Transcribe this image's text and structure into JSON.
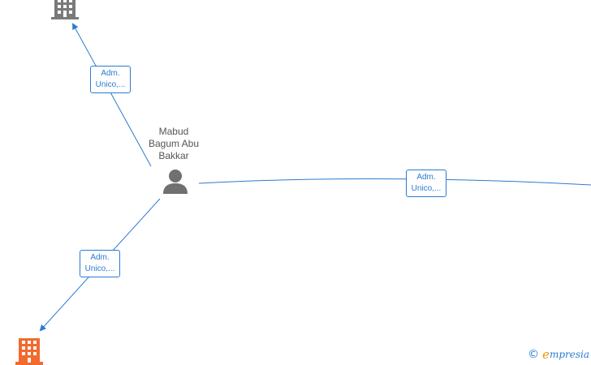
{
  "person": {
    "name_lines": [
      "Mabud",
      "Bagum Abu",
      "Bakkar"
    ]
  },
  "edges": [
    {
      "line1": "Adm.",
      "line2": "Unico,..."
    },
    {
      "line1": "Adm.",
      "line2": "Unico,..."
    },
    {
      "line1": "Adm.",
      "line2": "Unico,..."
    }
  ],
  "footer": {
    "copyright": "©",
    "brand_first": "e",
    "brand_rest": "mpresia"
  },
  "colors": {
    "edge": "#2b7bd0",
    "company_grey": "#7a7a7a",
    "company_orange": "#f26a2e",
    "person_grey": "#707070",
    "brand_orange": "#f29400"
  },
  "icons": {
    "person": "person-icon",
    "company": "building-icon"
  }
}
